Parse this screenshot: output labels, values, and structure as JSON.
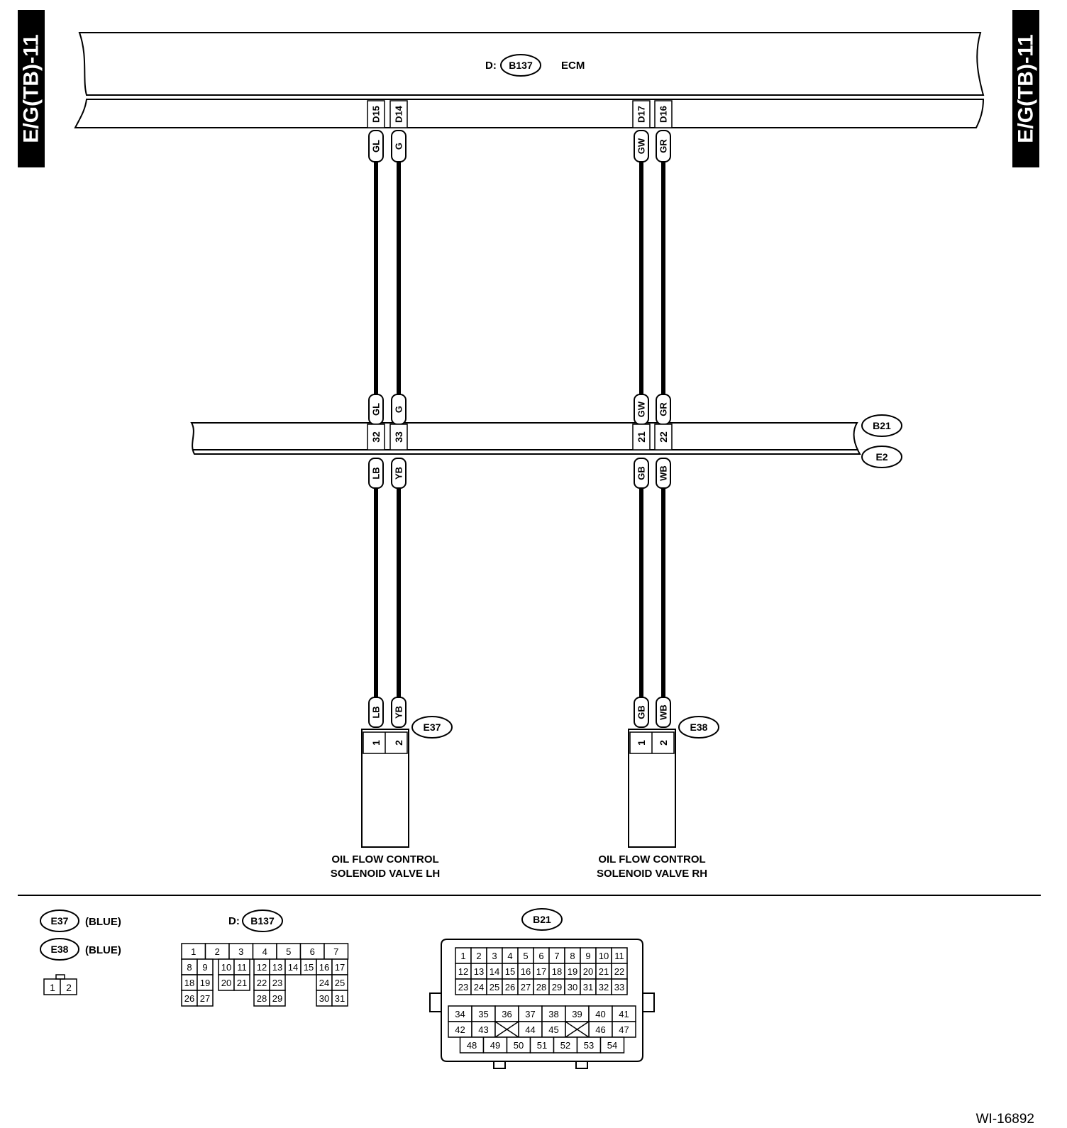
{
  "side_tab": "E/G(TB)-11",
  "ecm": {
    "prefix": "D:",
    "connector": "B137",
    "label": "ECM"
  },
  "wires": [
    {
      "pin": "D15",
      "top": "GL",
      "mid_top": "GL",
      "mid_pin": "32",
      "mid_bottom": "LB",
      "end": "LB",
      "end_pin": "1"
    },
    {
      "pin": "D14",
      "top": "G",
      "mid_top": "G",
      "mid_pin": "33",
      "mid_bottom": "YB",
      "end": "YB",
      "end_pin": "2"
    },
    {
      "pin": "D17",
      "top": "GW",
      "mid_top": "GW",
      "mid_pin": "21",
      "mid_bottom": "GB",
      "end": "GB",
      "end_pin": "1"
    },
    {
      "pin": "D16",
      "top": "GR",
      "mid_top": "GR",
      "mid_pin": "22",
      "mid_bottom": "WB",
      "end": "WB",
      "end_pin": "2"
    }
  ],
  "joint": {
    "upper": "B21",
    "lower": "E2"
  },
  "components": [
    {
      "connector": "E37",
      "label1": "OIL FLOW CONTROL",
      "label2": "SOLENOID VALVE LH"
    },
    {
      "connector": "E38",
      "label1": "OIL FLOW CONTROL",
      "label2": "SOLENOID VALVE RH"
    }
  ],
  "legend": {
    "e37": {
      "connector": "E37",
      "color": "(BLUE)"
    },
    "e38": {
      "connector": "E38",
      "color": "(BLUE)"
    },
    "small_pins": [
      "1",
      "2"
    ],
    "b137": {
      "prefix": "D:",
      "connector": "B137",
      "rows": [
        [
          "1",
          "2",
          "3",
          "4",
          "5",
          "6",
          "7"
        ],
        [
          "8",
          "9",
          "10",
          "11",
          "12",
          "13",
          "14",
          "15",
          "16",
          "17"
        ],
        [
          "18",
          "19",
          "20",
          "21",
          "22",
          "23",
          "24",
          "25"
        ],
        [
          "26",
          "27",
          "28",
          "29",
          "30",
          "31"
        ]
      ]
    },
    "b21": {
      "connector": "B21",
      "upper_rows": [
        [
          "1",
          "2",
          "3",
          "4",
          "5",
          "6",
          "7",
          "8",
          "9",
          "10",
          "11"
        ],
        [
          "12",
          "13",
          "14",
          "15",
          "16",
          "17",
          "18",
          "19",
          "20",
          "21",
          "22"
        ],
        [
          "23",
          "24",
          "25",
          "26",
          "27",
          "28",
          "29",
          "30",
          "31",
          "32",
          "33"
        ]
      ],
      "lower_rows": [
        [
          "34",
          "35",
          "36",
          "37",
          "38",
          "39",
          "40",
          "41"
        ],
        [
          "42",
          "43",
          "44",
          "45",
          "46",
          "47"
        ],
        [
          "48",
          "49",
          "50",
          "51",
          "52",
          "53",
          "54"
        ]
      ]
    }
  },
  "doc_id": "WI-16892"
}
